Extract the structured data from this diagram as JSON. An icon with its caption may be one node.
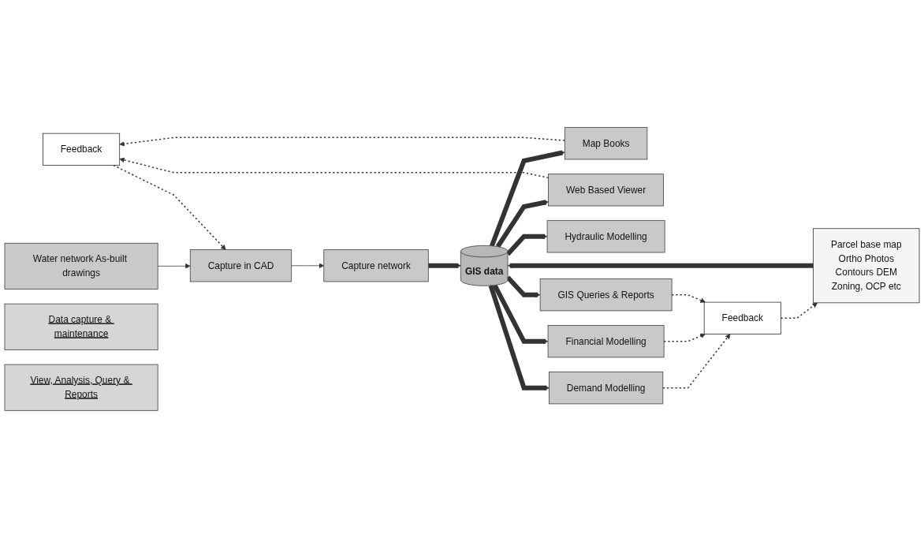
{
  "diagram": {
    "nodes": [
      {
        "text": [
          "Data capture & maintenance"
        ]
      },
      {
        "text": [
          "View, Analysis, Query & Reports"
        ]
      },
      {
        "text": [
          "Feedback"
        ]
      },
      {
        "text": [
          "Water network As-built drawings"
        ]
      },
      {
        "text": [
          "Capture in CAD"
        ]
      },
      {
        "text": [
          "Capture network"
        ]
      },
      {
        "text": [
          "Parcel base map",
          "Ortho Photos",
          "Contours DEM",
          "Zoning, OCP etc"
        ]
      },
      {
        "text": [
          "GIS data"
        ]
      },
      {
        "text": [
          "Map Books"
        ]
      },
      {
        "text": [
          "Web Based Viewer"
        ]
      },
      {
        "text": [
          "Hydraulic Modelling"
        ]
      },
      {
        "text": [
          "Demand Modelling"
        ]
      },
      {
        "text": [
          "Financial Modelling"
        ]
      },
      {
        "text": [
          "GIS Queries & Reports"
        ]
      },
      {
        "text": [
          "Feedback"
        ]
      }
    ],
    "edges": [
      {
        "from": 3,
        "to": 4,
        "arrow": "to"
      },
      {
        "from": 4,
        "to": 5,
        "arrow": "to"
      },
      {
        "from": 5,
        "to": 7,
        "arrow": "to",
        "style": "thick"
      },
      {
        "from": 6,
        "to": 7,
        "arrow": "to",
        "style": "thick"
      },
      {
        "from": 7,
        "to": 8,
        "arrow": "to",
        "style": "thick"
      },
      {
        "from": 7,
        "to": 9,
        "arrow": "to",
        "style": "thick"
      },
      {
        "from": 7,
        "to": 10,
        "arrow": "to",
        "style": "thick"
      },
      {
        "from": 7,
        "to": 11,
        "arrow": "to",
        "style": "thick"
      },
      {
        "from": 7,
        "to": 12,
        "arrow": "to",
        "style": "thick"
      },
      {
        "from": 7,
        "to": 13,
        "arrow": "to",
        "style": "thick"
      },
      {
        "from": 8,
        "to": 2,
        "arrow": "to",
        "style": "dashed"
      },
      {
        "from": 9,
        "to": 2,
        "arrow": "to",
        "style": "dashed"
      },
      {
        "from": 2,
        "to": 4,
        "arrow": "to",
        "style": "dashed"
      },
      {
        "from": 11,
        "to": 14,
        "arrow": "to",
        "style": "dashed"
      },
      {
        "from": 12,
        "to": 14,
        "arrow": "to",
        "style": "dashed"
      },
      {
        "from": 13,
        "to": 14,
        "arrow": "to",
        "style": "dashed"
      },
      {
        "from": 14,
        "to": 6,
        "arrow": "to",
        "style": "dashed"
      }
    ]
  }
}
